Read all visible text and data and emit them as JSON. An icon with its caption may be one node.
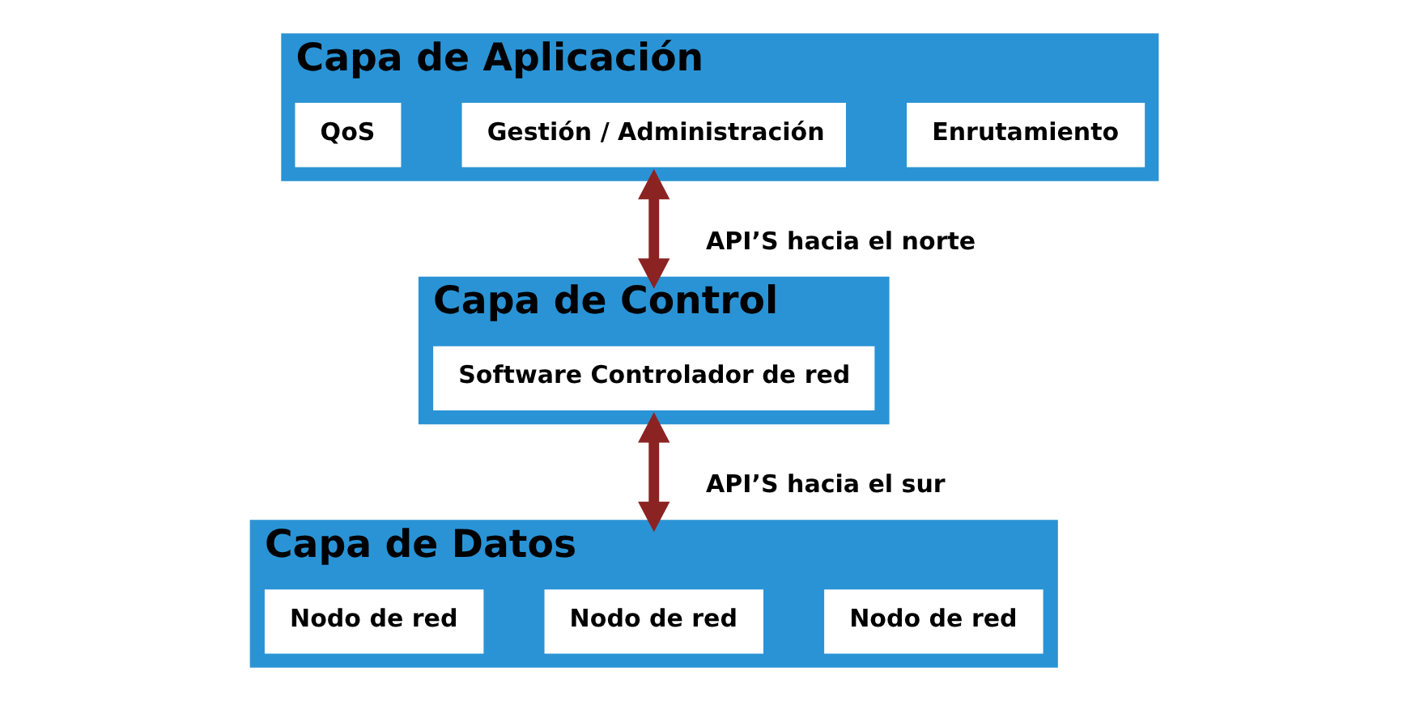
{
  "diagram": {
    "nodes": [
      {
        "text": [
          "Capa de Aplicación"
        ]
      },
      {
        "text": [
          "QoS"
        ],
        "in": 0
      },
      {
        "text": [
          "Gestión / Administración"
        ],
        "in": 0
      },
      {
        "text": [
          "Enrutamiento"
        ],
        "in": 0
      },
      {
        "text": [
          "Capa de Control"
        ]
      },
      {
        "text": [
          "Software Controlador de red"
        ],
        "in": 4
      },
      {
        "text": [
          "Capa de Datos"
        ]
      },
      {
        "text": [
          "Nodo de red"
        ],
        "in": 6
      },
      {
        "text": [
          "Nodo de red"
        ],
        "in": 6
      },
      {
        "text": [
          "Nodo de red"
        ],
        "in": 6
      }
    ],
    "edges": [
      {
        "from": 0,
        "to": 4,
        "arrow": "both",
        "label": "API’S hacia el norte"
      },
      {
        "from": 4,
        "to": 6,
        "arrow": "both",
        "label": "API’S hacia el sur"
      }
    ]
  }
}
